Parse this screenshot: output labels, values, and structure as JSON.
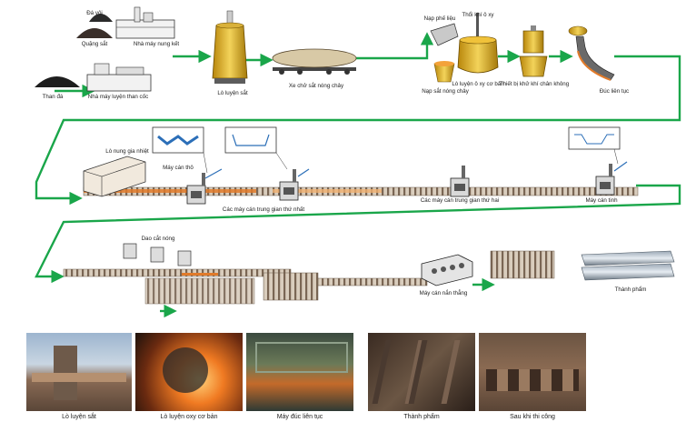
{
  "colors": {
    "flow_line": "#1aa64a",
    "rail": "#6b5a4a",
    "hot_steel": "#e07a2a",
    "pipe_blue": "#2c6fb8"
  },
  "top_row": {
    "limestone": "Đá vôi",
    "iron_ore": "Quặng sắt",
    "sinter_plant": "Nhà máy nung kết",
    "coal": "Than đá",
    "coke_plant": "Nhà máy luyện than cốc",
    "blast_furnace": "Lò luyện sắt",
    "torpedo_car": "Xe chở sắt nóng chảy",
    "scrap_charge": "Nạp phế liệu",
    "oxygen_blow": "Thổi khí ô xy",
    "hot_metal_charge": "Nạp sắt nóng chảy",
    "bof": "Lò luyện ô xy cơ bản",
    "vacuum_degasser": "Thiết bị khử khí chân không",
    "continuous_casting": "Đúc liên tục"
  },
  "middle_row": {
    "reheating_furnace": "Lò nung gia nhiệt",
    "roughing_mill": "Máy cán thô",
    "first_intermediate": "Các máy cán trung gian thứ nhất",
    "second_intermediate": "Các máy cán trung gian thứ hai",
    "finishing_mill": "Máy cán tinh"
  },
  "bottom_row": {
    "hot_saw": "Dao cắt nóng",
    "straightener": "Máy cán nắn thẳng",
    "finished_product": "Thành phẩm"
  },
  "photos": [
    {
      "caption": "Lò luyện sắt",
      "icon": "blast-furnace-photo"
    },
    {
      "caption": "Lò luyện oxy cơ bản",
      "icon": "bof-pour-photo"
    },
    {
      "caption": "Máy đúc liên tục",
      "icon": "caster-photo"
    },
    {
      "caption": "Thành phẩm",
      "icon": "sheet-pile-stack-photo"
    },
    {
      "caption": "Sau khi thi công",
      "icon": "installed-sheet-pile-photo"
    }
  ]
}
